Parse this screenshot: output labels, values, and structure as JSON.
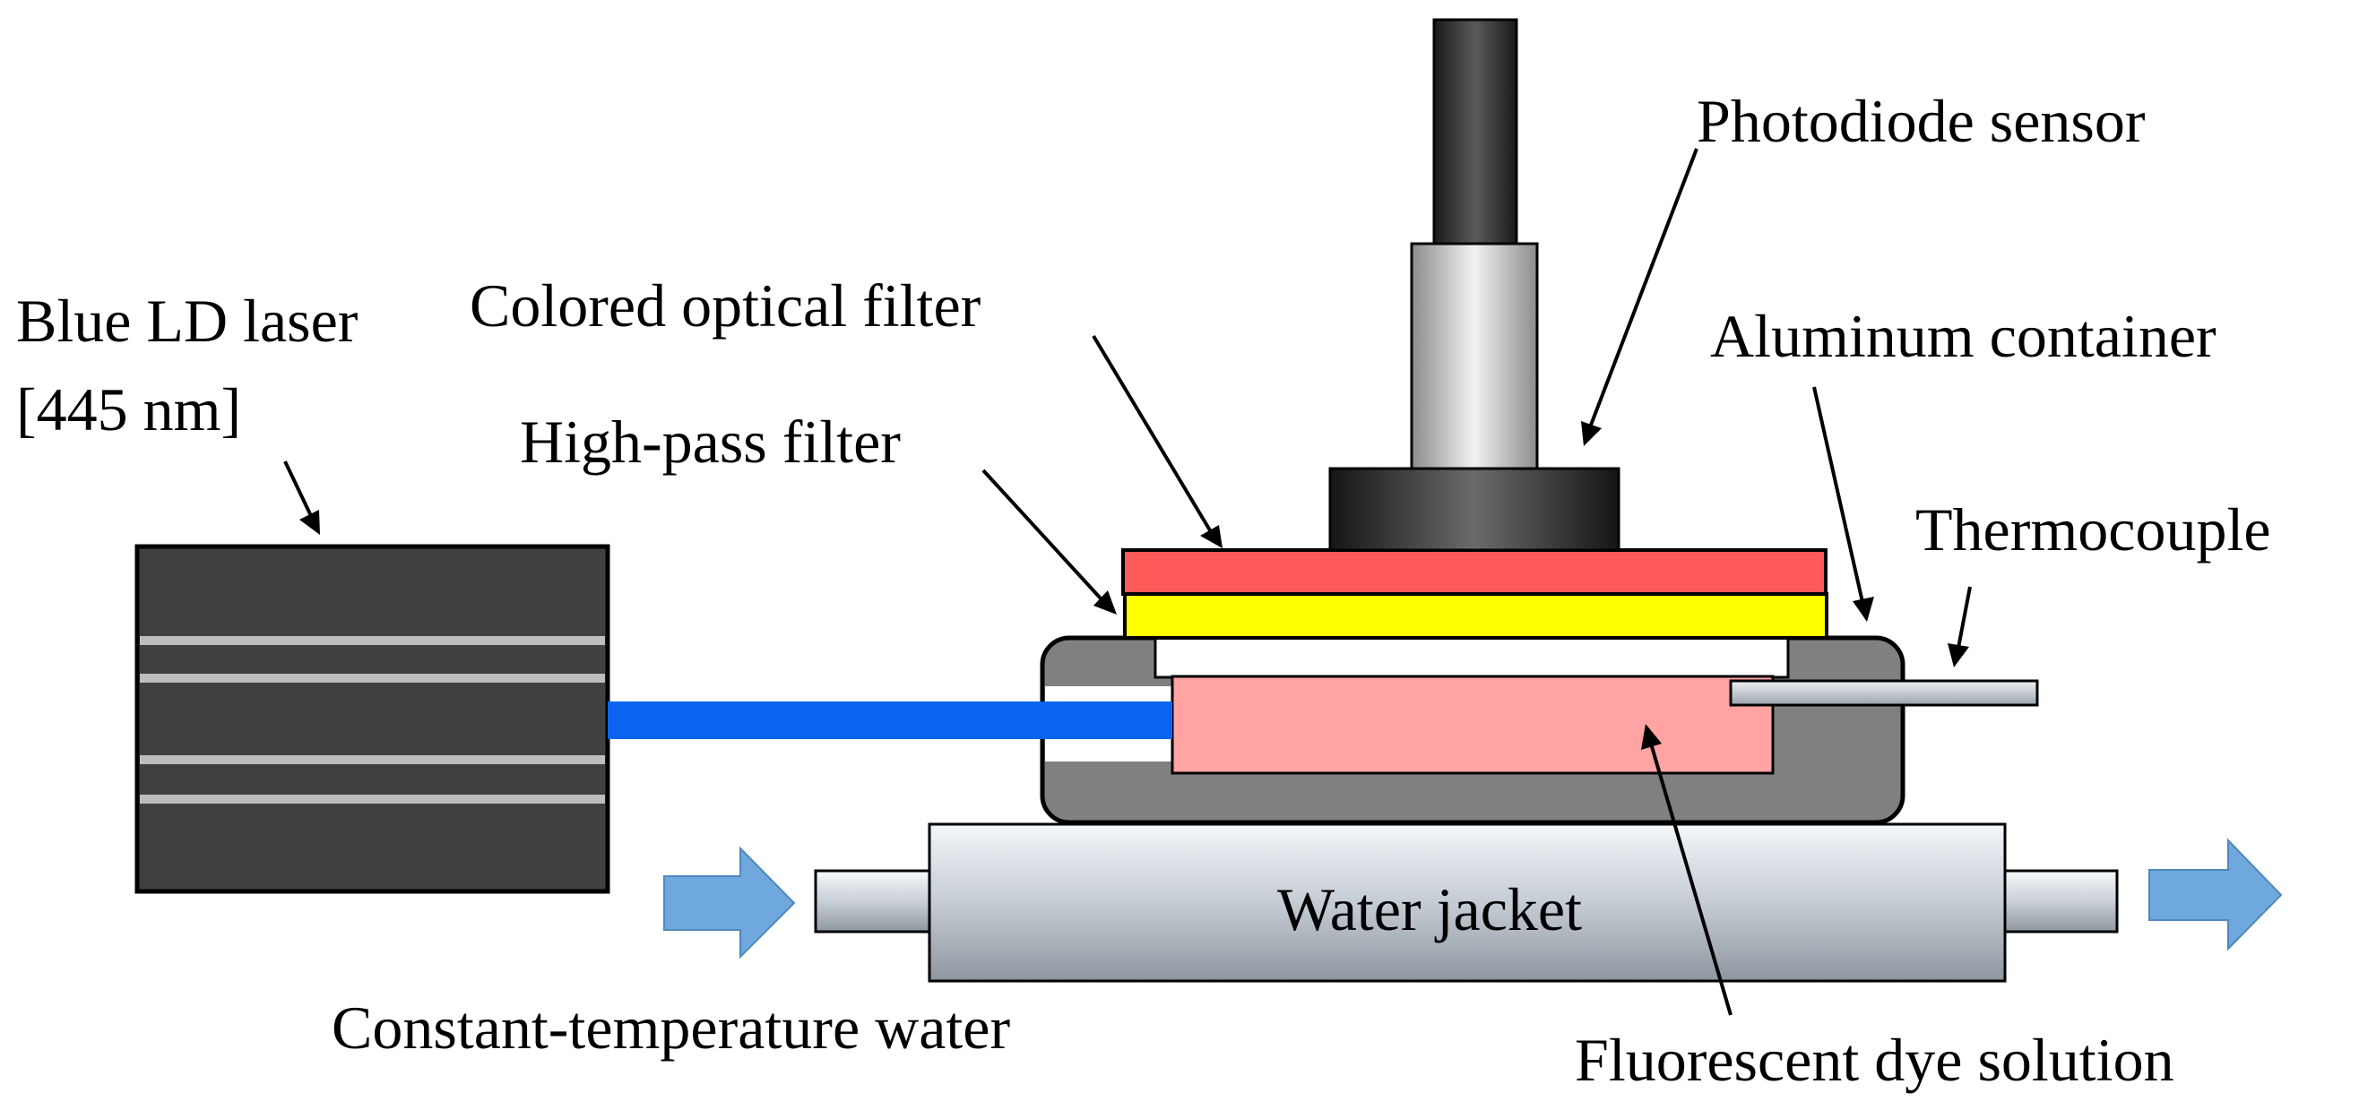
{
  "labels": {
    "laser_line1": "Blue LD laser",
    "laser_line2": "[445 nm]",
    "colored_filter": "Colored optical filter",
    "high_pass_filter": "High-pass filter",
    "photodiode": "Photodiode sensor",
    "aluminum_container": "Aluminum container",
    "thermocouple": "Thermocouple",
    "water_jacket": "Water jacket",
    "constant_temp_water": "Constant-temperature water",
    "dye_solution": "Fluorescent dye solution"
  },
  "colors": {
    "laser_body": "#404040",
    "laser_beam": "#0a64f0",
    "colored_filter": "#ff5a5a",
    "high_pass_filter": "#ffff00",
    "dye_solution": "#ffa3a3",
    "container": "#808080",
    "flow_arrow": "#6fa8dc"
  }
}
